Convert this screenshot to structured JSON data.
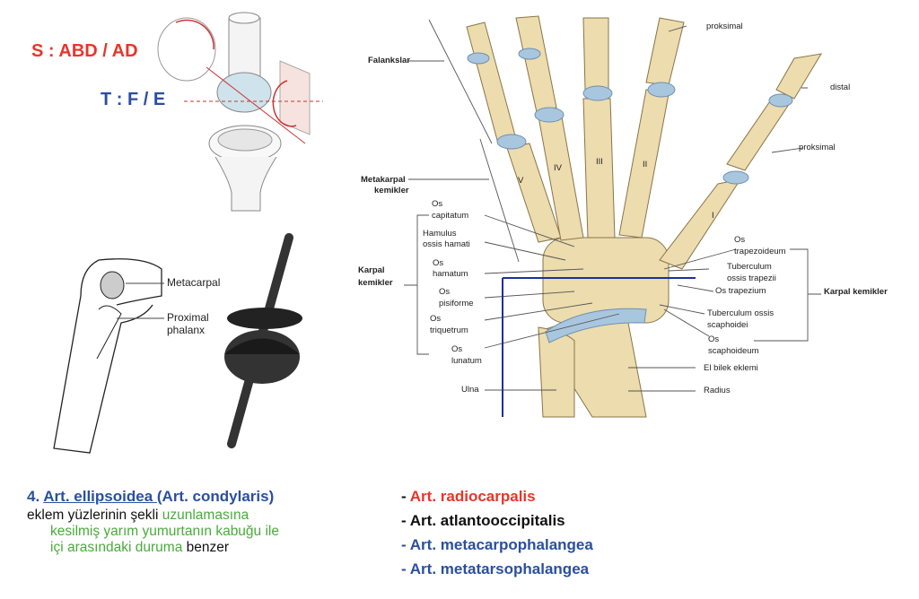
{
  "top_diagram": {
    "s_label": "S : ABD / AD",
    "t_label": "T : F / E"
  },
  "finger_diagram": {
    "metacarpal": "Metacarpal",
    "proximal_1": "Proximal",
    "proximal_2": "phalanx"
  },
  "hand_labels": {
    "falankslar": "Falankslar",
    "proksimal_top": "proksimal",
    "distal": "distal",
    "proksimal_thumb": "proksimal",
    "metakarpal_1": "Metakarpal",
    "metakarpal_2": "kemikler",
    "numerals": [
      "V",
      "IV",
      "III",
      "II",
      "I"
    ],
    "os_capitatum_1": "Os",
    "os_capitatum_2": "capitatum",
    "hamulus_1": "Hamulus",
    "hamulus_2": "ossis hamati",
    "os_hamatum_1": "Os",
    "os_hamatum_2": "hamatum",
    "os_pisiforme_1": "Os",
    "os_pisiforme_2": "pisiforme",
    "os_triquetrum_1": "Os",
    "os_triquetrum_2": "triquetrum",
    "os_lunatum_1": "Os",
    "os_lunatum_2": "lunatum",
    "karpal_left_1": "Karpal",
    "karpal_left_2": "kemikler",
    "ulna": "Ulna",
    "os_trapezoideum_1": "Os",
    "os_trapezoideum_2": "trapezoideum",
    "tub_trapezii_1": "Tuberculum",
    "tub_trapezii_2": "ossis trapezii",
    "os_trapezium": "Os trapezium",
    "tub_scaphoidei_1": "Tuberculum ossis",
    "tub_scaphoidei_2": "scaphoidei",
    "os_scaphoideum_1": "Os",
    "os_scaphoideum_2": "scaphoideum",
    "karpal_right": "Karpal kemikler",
    "el_bilek": "El bilek eklemi",
    "radius": "Radius"
  },
  "description": {
    "heading_num": "4. ",
    "heading_link": "Art. ellipsoidea ",
    "heading_rest": "(Art. condylaris)",
    "line1_black": "eklem yüzlerinin şekli ",
    "line1_green": "uzunlamasına",
    "line2_green": "kesilmiş yarım yumurtanın kabuğu ile",
    "line3_green": "içi arasındaki duruma",
    "line3_black": " benzer"
  },
  "examples": [
    {
      "dash": "- ",
      "text": "Art. radiocarpalis",
      "color": "red"
    },
    {
      "dash": "- ",
      "text": "Art. atlantooccipitalis",
      "color": "black"
    },
    {
      "dash": "- ",
      "text": "Art. metacarpophalangea",
      "color": "blue"
    },
    {
      "dash": "- ",
      "text": "Art. metatarsophalangea",
      "color": "blue"
    }
  ]
}
